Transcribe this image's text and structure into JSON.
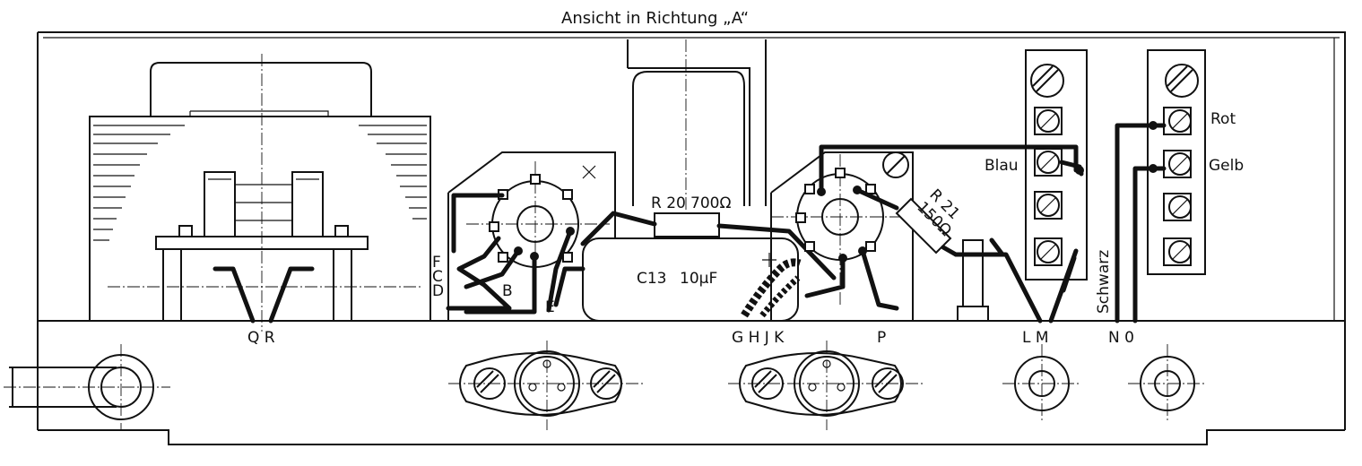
{
  "title": "Ansicht  in Richtung „A“",
  "labels": {
    "resistor_r20": "R 20",
    "resistor_r20_value": "700Ω",
    "capacitor_c13": "C13",
    "capacitor_c13_value": "10µF",
    "resistor_r21": "R 21",
    "resistor_r21_value": "150Ω",
    "wire_rot": "Rot",
    "wire_gelb": "Gelb",
    "wire_blau": "Blau",
    "wire_schwarz": "Schwarz",
    "pt_f": "F",
    "pt_c": "C",
    "pt_d": "D",
    "pt_b": "B",
    "pt_e": "E",
    "pt_qr": "Q R",
    "pt_ghjk": "G H J K",
    "pt_p": "P",
    "pt_lm": "L M",
    "pt_no": "N  0"
  }
}
